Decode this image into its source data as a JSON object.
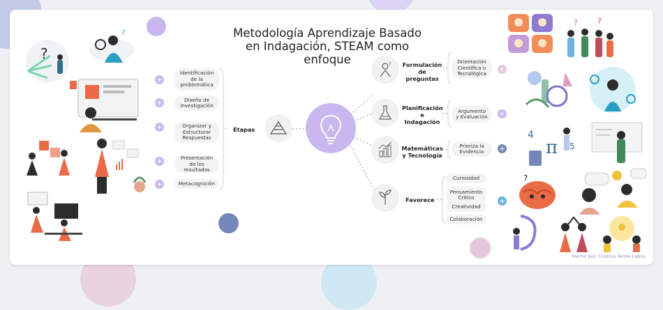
{
  "title_lines": [
    "Metodología Aprendizaje Basado",
    "en Indagación, STEAM como",
    "enfoque"
  ],
  "etapas": {
    "label": "Etapas",
    "items": [
      "Identificación de la problemática",
      "Diseño de Investigación",
      "Organizar y Estructurar Respuestas",
      "Presentación de los resultados",
      "Metacognición"
    ]
  },
  "branches": [
    {
      "label": "Formulación de preguntas",
      "items": [
        "Orientación Científica o Tecnológica"
      ]
    },
    {
      "label": "Planificación e Indagación",
      "items": [
        "Argumento y Evaluación"
      ]
    },
    {
      "label": "Matemáticas y Tecnología",
      "items": [
        "Prioriza la Evidencia"
      ]
    },
    {
      "label": "Favorece",
      "items": [
        "Curiosidad",
        "Pensamiento Crítico",
        "Creatividad",
        "Colaboración"
      ]
    }
  ],
  "credit": "Hecho por: Cristina Torres Labra",
  "icons": {
    "center": "lightbulb-icon",
    "etapas": "pyramid-icon",
    "branches": [
      "person-question-icon",
      "flask-icon",
      "bar-chart-icon",
      "plant-icon"
    ]
  },
  "colors": {
    "lilac": "#c9b8ef",
    "blue": "#7587b8",
    "pink": "#e4c8dc",
    "accent": "#ea6b45"
  }
}
